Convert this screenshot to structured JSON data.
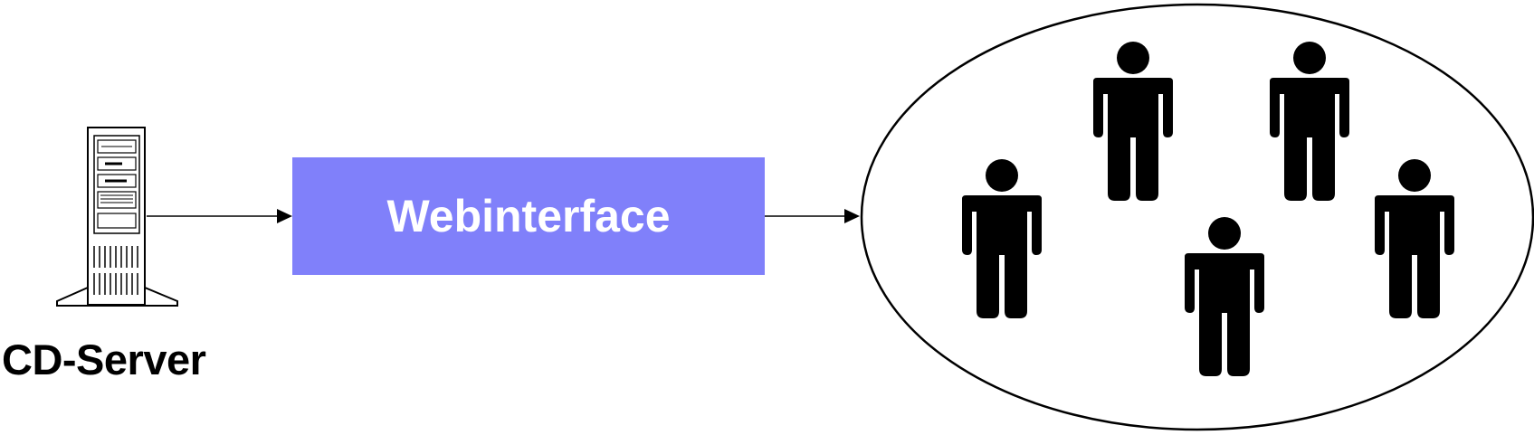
{
  "diagram": {
    "source_label": "CD-Server",
    "process_label": "Webinterface",
    "colors": {
      "process_fill": "#8080fa",
      "process_text": "#ffffff",
      "lines": "#000000"
    },
    "icons": {
      "source": "server-tower-icon",
      "users": "person-icon"
    },
    "user_count": 5
  }
}
